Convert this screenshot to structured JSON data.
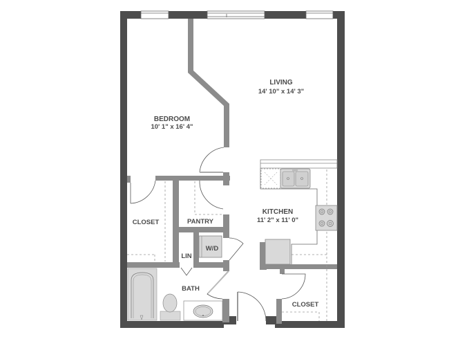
{
  "plan": {
    "colors": {
      "exterior_wall": "#4d4d4d",
      "interior_wall": "#8c8c8c",
      "fixture_fill": "#d9d9d9",
      "fixture_stroke": "#8a8a8a",
      "text": "#4a4a4a",
      "background": "#ffffff"
    },
    "rooms": {
      "living": {
        "name": "LIVING",
        "dimensions": "14' 10\" x 14' 3\""
      },
      "bedroom": {
        "name": "BEDROOM",
        "dimensions": "10' 1\" x 16' 4\""
      },
      "kitchen": {
        "name": "KITCHEN",
        "dimensions": "11' 2\" x 11' 0\""
      },
      "closet_bedroom": {
        "name": "CLOSET"
      },
      "pantry": {
        "name": "PANTRY"
      },
      "washer_dryer": {
        "name": "W/D"
      },
      "linen": {
        "name": "LIN"
      },
      "bath": {
        "name": "BATH"
      },
      "closet_entry": {
        "name": "CLOSET"
      }
    }
  }
}
